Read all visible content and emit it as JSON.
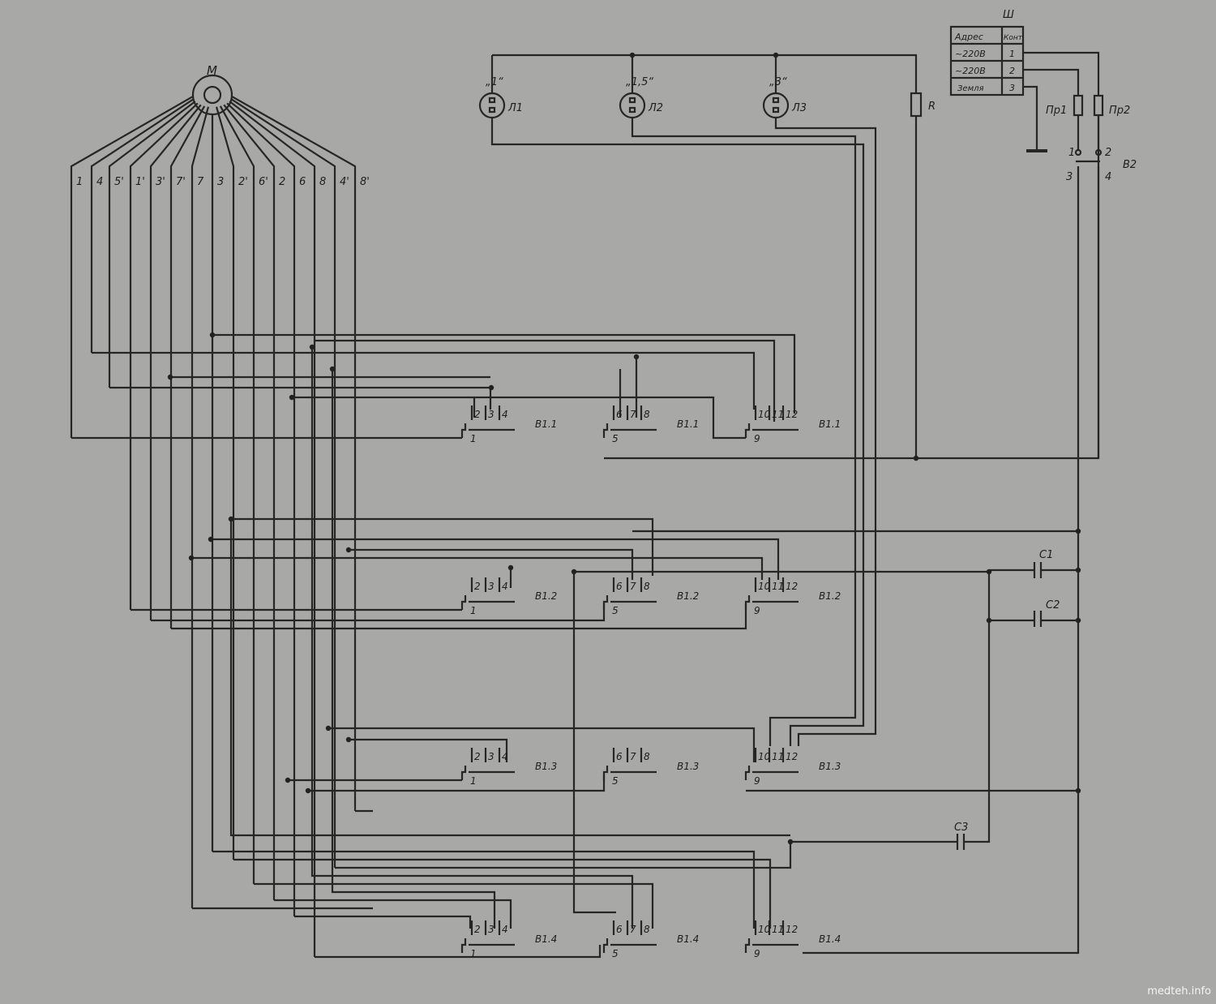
{
  "title": "Схема электрическая принципиальная",
  "motor": {
    "label": "M",
    "wires": [
      "1",
      "4",
      "5'",
      "1'",
      "3'",
      "7'",
      "7",
      "3",
      "2'",
      "6'",
      "2",
      "6",
      "8",
      "4'",
      "8'"
    ]
  },
  "lamps": [
    {
      "ref": "Л1",
      "speed": "„1“"
    },
    {
      "ref": "Л2",
      "speed": "„1,5“"
    },
    {
      "ref": "Л3",
      "speed": "„3“"
    }
  ],
  "resistor": "R",
  "connector": {
    "label": "Ш",
    "headers": [
      "Адрес",
      "Конт."
    ],
    "rows": [
      [
        "~220В",
        "1"
      ],
      [
        "~220В",
        "2"
      ],
      [
        "Земля",
        "3"
      ]
    ]
  },
  "fuses": [
    "Пр1",
    "Пр2"
  ],
  "switch_b2": {
    "label": "В2",
    "pins": [
      "1",
      "2",
      "3",
      "4"
    ]
  },
  "capacitors": [
    "C1",
    "C2",
    "C3"
  ],
  "switch_rows": [
    {
      "label": "В1.1",
      "groups": [
        [
          "2",
          "3",
          "4",
          "1"
        ],
        [
          "6",
          "7",
          "8",
          "5"
        ],
        [
          "10",
          "11",
          "12",
          "9"
        ]
      ]
    },
    {
      "label": "В1.2",
      "groups": [
        [
          "2",
          "3",
          "4",
          "1"
        ],
        [
          "6",
          "7",
          "8",
          "5"
        ],
        [
          "10",
          "11",
          "12",
          "9"
        ]
      ]
    },
    {
      "label": "В1.3",
      "groups": [
        [
          "2",
          "3",
          "4",
          "1"
        ],
        [
          "6",
          "7",
          "8",
          "5"
        ],
        [
          "10",
          "11",
          "12",
          "9"
        ]
      ]
    },
    {
      "label": "В1.4",
      "groups": [
        [
          "2",
          "3",
          "4",
          "1"
        ],
        [
          "6",
          "7",
          "8",
          "5"
        ],
        [
          "10",
          "11",
          "12",
          "9"
        ]
      ]
    }
  ],
  "watermark": "medteh.info"
}
